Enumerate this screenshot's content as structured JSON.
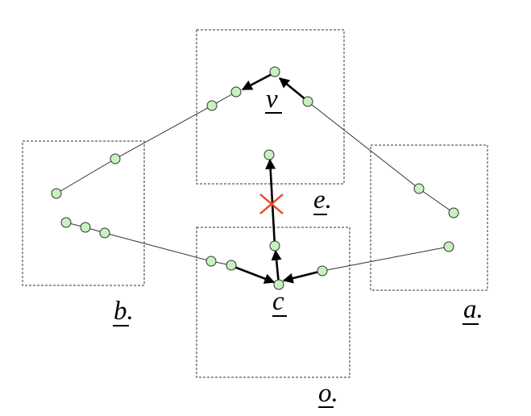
{
  "colors": {
    "node_fill": "#c8f0c0",
    "cross": "#e5491e",
    "line": "#333333",
    "bold_line": "#000000"
  },
  "labels": {
    "v": "v",
    "e": "e",
    "c": "c",
    "a": "a",
    "b": "b",
    "o": "o",
    "period": "."
  },
  "blocked_edge_marker": "cross-icon"
}
